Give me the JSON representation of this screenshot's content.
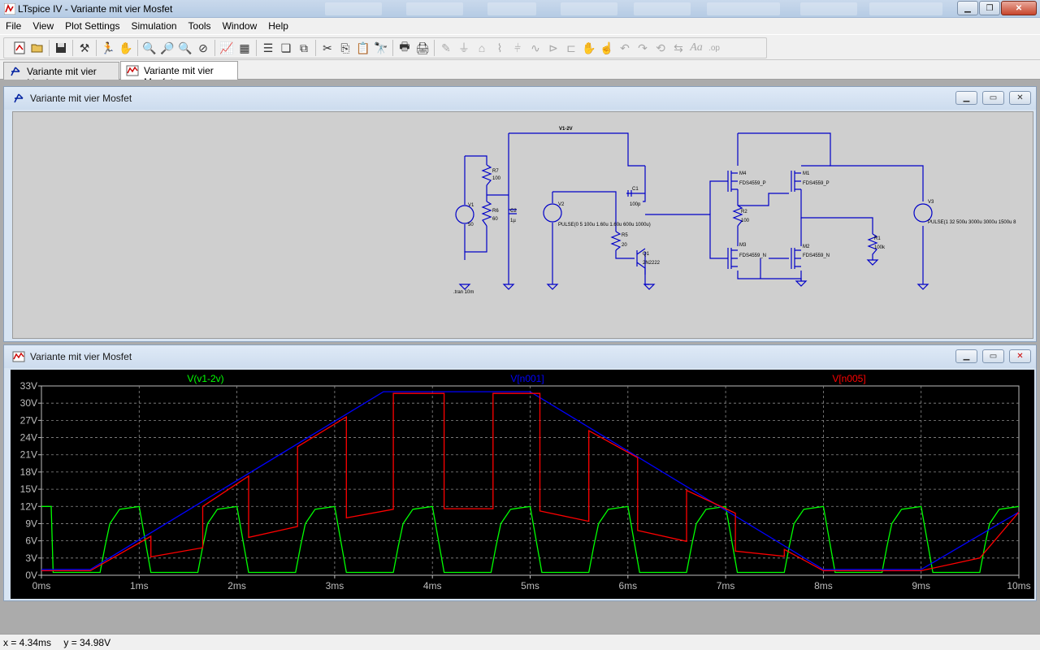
{
  "app": {
    "title": "LTspice IV - Variante mit vier Mosfet"
  },
  "menu": [
    {
      "label": "File"
    },
    {
      "label": "View"
    },
    {
      "label": "Plot Settings"
    },
    {
      "label": "Simulation"
    },
    {
      "label": "Tools"
    },
    {
      "label": "Window"
    },
    {
      "label": "Help"
    }
  ],
  "doc_tabs": [
    {
      "label": "Variante mit vier Mosfet",
      "icon": "schematic-icon",
      "active": false
    },
    {
      "label": "Variante mit vier Mosfet",
      "icon": "waveform-icon",
      "active": true
    }
  ],
  "schematic_window": {
    "title": "Variante mit vier Mosfet",
    "labels": {
      "v1_2v_net": "V1-2V",
      "r7": "R7",
      "r7_val": "100",
      "r6": "R6",
      "r6_val": "60",
      "v1": "V1",
      "v1_val": "50",
      "c2": "C2",
      "c2_val": "1µ",
      "tran": ".tran 10m",
      "v2": "V2",
      "v2_val": "PULSE(0 5 100u 1.60u 1.60u 600u 1000u)",
      "r5": "R5",
      "r5_val": "20",
      "c1": "C1",
      "c1_val": "100p",
      "q1": "Q1",
      "q1_val": "2N2222",
      "m4": "M4",
      "m4_val": "FDS4559_P",
      "m1": "M1",
      "m1_val": "FDS4559_P",
      "r2": "R2",
      "r2_val": "100",
      "m3": "M3",
      "m3_val": "FDS4559_N",
      "m2": "M2",
      "m2_val": "FDS4559_N",
      "r1": "R1",
      "r1_val": "100k",
      "v3": "V3",
      "v3_val": "PULSE(1 32 500u 3000u 3000u 1500u 8"
    }
  },
  "waveform_window": {
    "title": "Variante mit vier Mosfet"
  },
  "chart_data": {
    "type": "line",
    "title": "",
    "xlabel": "",
    "ylabel": "",
    "xlim": [
      0,
      10
    ],
    "ylim": [
      0,
      33
    ],
    "grid": true,
    "legend_placement": "top",
    "background": "#000000",
    "grid_color": "#8a8a8a",
    "x_ticks": [
      {
        "value": 0,
        "label": "0ms"
      },
      {
        "value": 1,
        "label": "1ms"
      },
      {
        "value": 2,
        "label": "2ms"
      },
      {
        "value": 3,
        "label": "3ms"
      },
      {
        "value": 4,
        "label": "4ms"
      },
      {
        "value": 5,
        "label": "5ms"
      },
      {
        "value": 6,
        "label": "6ms"
      },
      {
        "value": 7,
        "label": "7ms"
      },
      {
        "value": 8,
        "label": "8ms"
      },
      {
        "value": 9,
        "label": "9ms"
      },
      {
        "value": 10,
        "label": "10ms"
      }
    ],
    "y_ticks": [
      {
        "value": 0,
        "label": "0V"
      },
      {
        "value": 3,
        "label": "3V"
      },
      {
        "value": 6,
        "label": "6V"
      },
      {
        "value": 9,
        "label": "9V"
      },
      {
        "value": 12,
        "label": "12V"
      },
      {
        "value": 15,
        "label": "15V"
      },
      {
        "value": 18,
        "label": "18V"
      },
      {
        "value": 21,
        "label": "21V"
      },
      {
        "value": 24,
        "label": "24V"
      },
      {
        "value": 27,
        "label": "27V"
      },
      {
        "value": 30,
        "label": "30V"
      },
      {
        "value": 33,
        "label": "33V"
      }
    ],
    "series": [
      {
        "name": "V(v1-2v)",
        "color": "#00ff00",
        "x": [
          0,
          0.1,
          0.12,
          0.6,
          0.65,
          0.7,
          0.8,
          1.0,
          1.12,
          1.6,
          1.65,
          1.7,
          1.8,
          2.0,
          2.12,
          2.6,
          2.65,
          2.7,
          2.8,
          3.0,
          3.12,
          3.6,
          3.65,
          3.7,
          3.8,
          4.0,
          4.12,
          4.6,
          4.65,
          4.7,
          4.8,
          5.0,
          5.12,
          5.6,
          5.65,
          5.7,
          5.8,
          6.0,
          6.12,
          6.6,
          6.65,
          6.7,
          6.8,
          7.0,
          7.12,
          7.6,
          7.65,
          7.7,
          7.8,
          8.0,
          8.12,
          8.6,
          8.65,
          8.7,
          8.8,
          9.0,
          9.12,
          9.6,
          9.65,
          9.7,
          9.8,
          10.0
        ],
        "y": [
          12,
          12,
          0.5,
          0.5,
          5,
          9,
          11.5,
          12,
          0.5,
          0.5,
          5,
          9,
          11.5,
          12,
          0.5,
          0.5,
          5,
          9,
          11.5,
          12,
          0.5,
          0.5,
          5,
          9,
          11.5,
          12,
          0.5,
          0.5,
          5,
          9,
          11.5,
          12,
          0.5,
          0.5,
          5,
          9,
          11.5,
          12,
          0.5,
          0.5,
          5,
          9,
          11.5,
          12,
          0.5,
          0.5,
          5,
          9,
          11.5,
          12,
          0.5,
          0.5,
          5,
          9,
          11.5,
          12,
          0.5,
          0.5,
          5,
          9,
          11.5,
          12
        ]
      },
      {
        "name": "V[n001]",
        "color": "#0000ff",
        "x": [
          0,
          0.5,
          3.5,
          5.0,
          8.0,
          9.0,
          10.0
        ],
        "y": [
          1,
          1,
          32,
          32,
          1,
          1,
          11
        ]
      },
      {
        "name": "V[n005]",
        "color": "#ff0000",
        "x": [
          0,
          0.5,
          1.12,
          1.12,
          1.65,
          1.65,
          2.12,
          2.12,
          2.62,
          2.62,
          3.12,
          3.12,
          3.6,
          3.6,
          4.12,
          4.12,
          4.62,
          4.62,
          5.1,
          5.1,
          5.6,
          5.6,
          6.1,
          6.1,
          6.6,
          6.6,
          7.1,
          7.1,
          7.6,
          7.6,
          8.0,
          8.6,
          9.0,
          9.6,
          9.6,
          10.0
        ],
        "y": [
          0.8,
          0.8,
          6.8,
          3.2,
          4.8,
          12,
          17.3,
          6.6,
          8.5,
          22.4,
          27.6,
          10,
          11.5,
          31.7,
          31.7,
          11.6,
          11.6,
          31.7,
          31.7,
          11.2,
          9.4,
          25.2,
          20.5,
          7.8,
          5.9,
          14.8,
          10.8,
          4.2,
          3.3,
          4.5,
          0.8,
          0.8,
          0.8,
          3.0,
          3.0,
          11
        ]
      }
    ]
  },
  "status": {
    "x": "x = 4.34ms",
    "y": "y = 34.98V"
  }
}
